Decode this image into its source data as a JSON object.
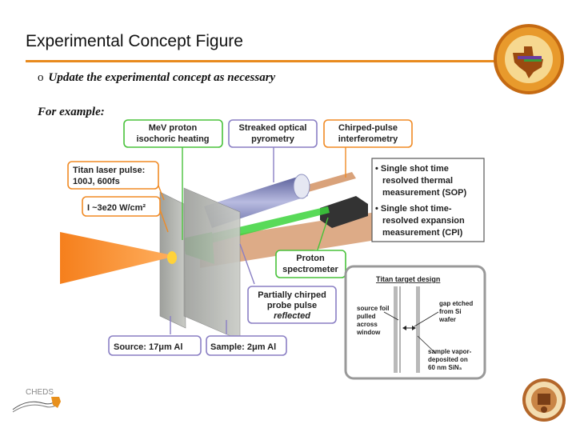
{
  "slide": {
    "title": "Experimental Concept Figure",
    "bullet_marker": "o",
    "bullet_text": "Update the experimental concept as necessary",
    "example_text": "For example:"
  },
  "figure": {
    "mev_proton_1": "MeV proton",
    "mev_proton_2": "isochoric heating",
    "streaked_1": "Streaked optical",
    "streaked_2": "pyrometry",
    "chirped_1": "Chirped-pulse",
    "chirped_2": "interferometry",
    "titan_1": "Titan laser pulse:",
    "titan_2": "100J, 600fs",
    "intensity": "I ~3e20 W/cm²",
    "sop_1": "• Single shot time",
    "sop_2": "resolved thermal",
    "sop_3": "measurement (SOP)",
    "cpi_1": "• Single shot time-",
    "cpi_2": "resolved expansion",
    "cpi_3": "measurement (CPI)",
    "proton_spec_1": "Proton",
    "proton_spec_2": "spectrometer",
    "probe_1": "Partially chirped",
    "probe_2": "probe pulse",
    "probe_3": "reflected",
    "source": "Source: 17μm Al",
    "sample": "Sample: 2μm Al",
    "inset_title": "Titan target design",
    "foil_1": "source foil",
    "foil_2": "pulled",
    "foil_3": "across",
    "foil_4": "window",
    "gap_1": "gap etched",
    "gap_2": "from Si",
    "gap_3": "wafer",
    "sample_v_1": "sample vapor-",
    "sample_v_2": "deposited on",
    "sample_v_3": "60 nm SiN₃"
  },
  "footer": {
    "logo_text": "CHEDS"
  },
  "colors": {
    "accent_orange": "#e88a1e",
    "label_box_green": "#48c23a",
    "label_box_purple": "#8a7fc4",
    "label_box_orange": "#f08a24"
  }
}
